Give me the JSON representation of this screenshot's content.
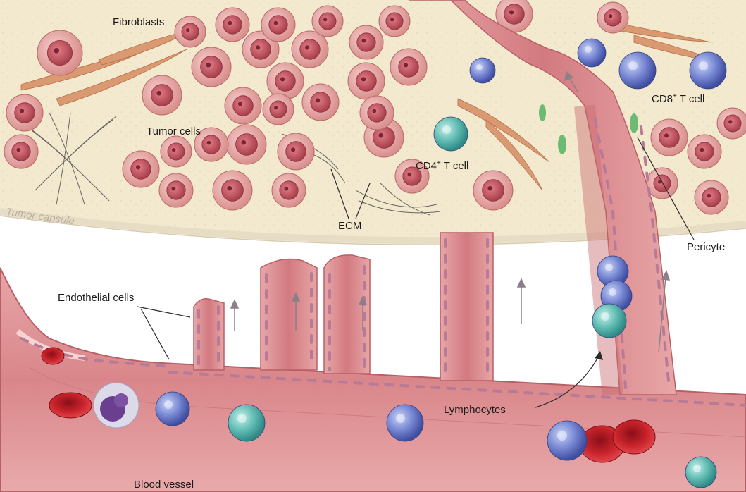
{
  "labels": {
    "fibroblasts": "Fibroblasts",
    "tumor_cells": "Tumor cells",
    "cd4_t_cell_prefix": "CD4",
    "cd4_t_cell_suffix": " T cell",
    "cd8_t_cell_prefix": "CD8",
    "cd8_t_cell_suffix": " T cell",
    "plus_sign": "+",
    "ecm": "ECM",
    "tumor_capsule": "Tumor capsule",
    "pericyte": "Pericyte",
    "endothelial_cells": "Endothelial cells",
    "lymphocytes": "Lymphocytes",
    "blood_vessel": "Blood vessel"
  },
  "colors": {
    "tumor_stroma": "#f3e9cf",
    "tumor_cell": "#e9b0ad",
    "tumor_nucleus": "#c2626a",
    "vessel_wall": "#e69a9c",
    "vessel_lumen": "#d97b80",
    "endothelial_dash": "#c48aa1",
    "fibroblast": "#d99a72",
    "cd8_t_cell": "#6a7bc8",
    "cd4_t_cell": "#5ab3aa",
    "red_blood_cell": "#c8282e",
    "pericyte": "#5fb56a"
  }
}
